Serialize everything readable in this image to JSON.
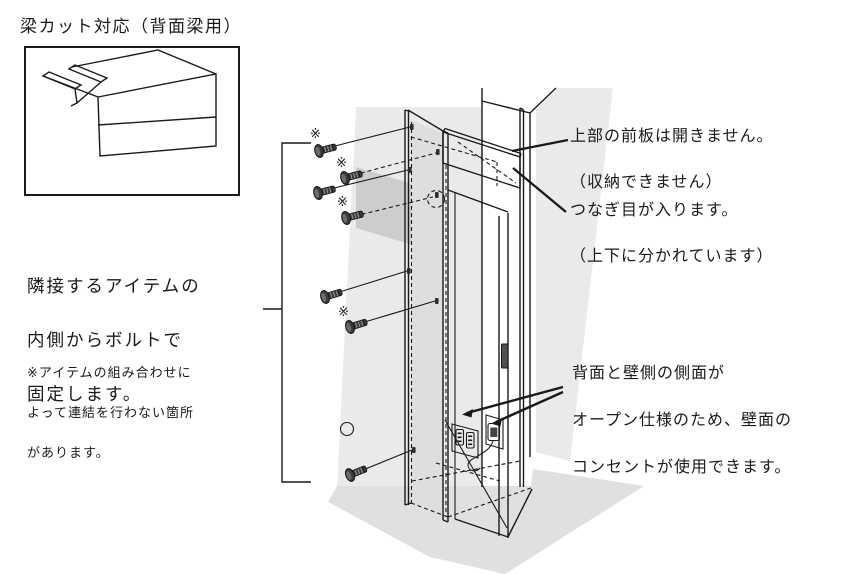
{
  "beam_box": {
    "title": "梁カット対応（背面梁用）"
  },
  "left_annotation": {
    "line1": "隣接するアイテムの",
    "line2": "内側からボルトで",
    "line3": "固定します。",
    "note_line1": "※アイテムの組み合わせに",
    "note_line2": "よって連結を行わない箇所",
    "note_line3": "があります。"
  },
  "right_annotations": {
    "top": {
      "line1": "上部の前板は開きません。",
      "line2": "（収納できません）"
    },
    "middle": {
      "line1": "つなぎ目が入ります。",
      "line2": "（上下に分かれています）"
    },
    "bottom": {
      "line1": "背面と壁側の側面が",
      "line2": "オープン仕様のため、壁面の",
      "line3": "コンセントが使用できます。"
    }
  },
  "diagram": {
    "asterisk": "※",
    "bolt_count": "7",
    "colors": {
      "wall": "#eaeaea",
      "floor": "#e0e0e0",
      "interior": "#dedede",
      "shadow": "#cdcdcd",
      "line": "#1a1a1a",
      "handle": "#4f4f4f",
      "bolt": "#3a3a3a",
      "white": "#ffffff"
    }
  }
}
